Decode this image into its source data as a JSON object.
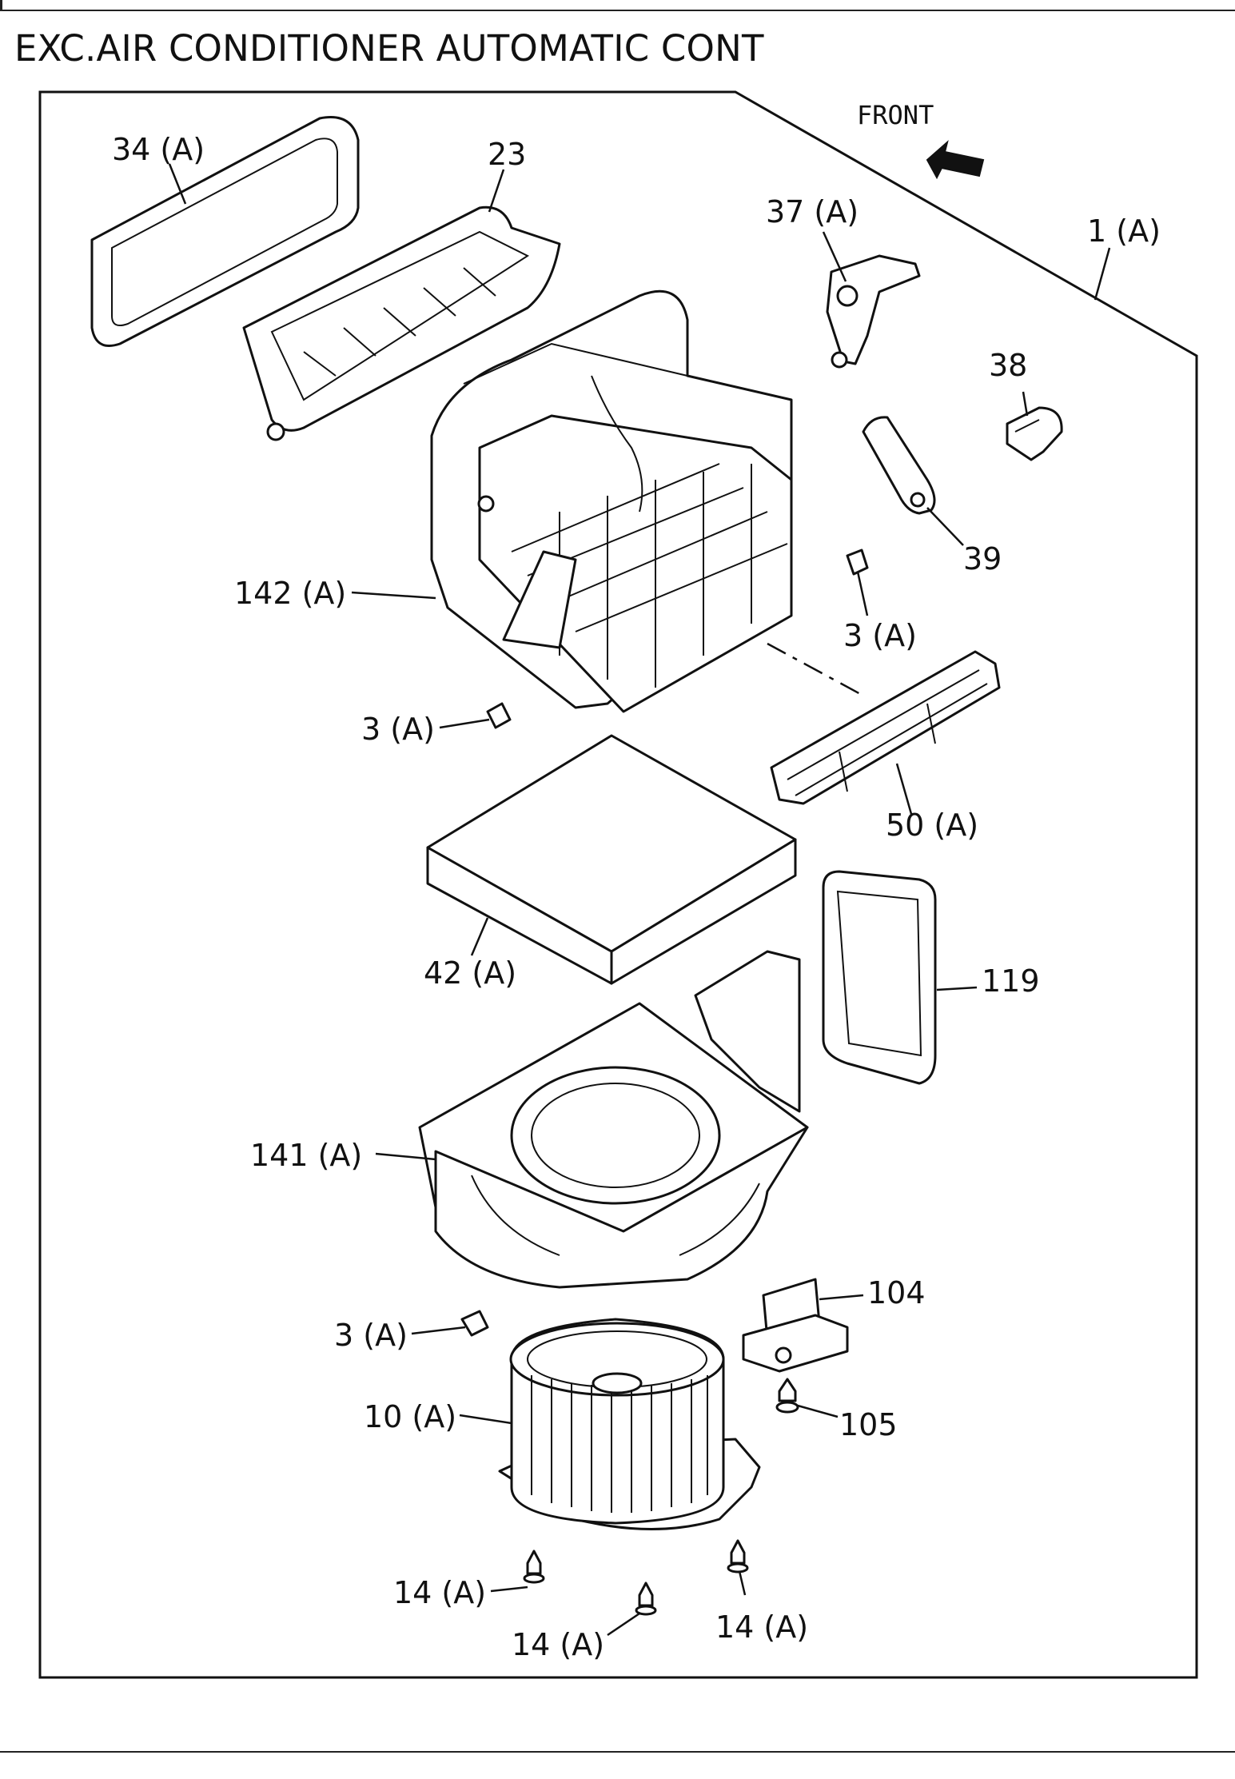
{
  "title": "EXC.AIR CONDITIONER AUTOMATIC CONT",
  "direction": {
    "label": "FRONT",
    "icon": "arrow-left-icon"
  },
  "callouts": [
    "34 (A)",
    "23",
    "37 (A)",
    "1 (A)",
    "38",
    "39",
    "142 (A)",
    "3 (A)",
    "3 (A)",
    "50 (A)",
    "42 (A)",
    "119",
    "141 (A)",
    "3 (A)",
    "104",
    "10 (A)",
    "105",
    "14 (A)",
    "14 (A)",
    "14 (A)"
  ]
}
